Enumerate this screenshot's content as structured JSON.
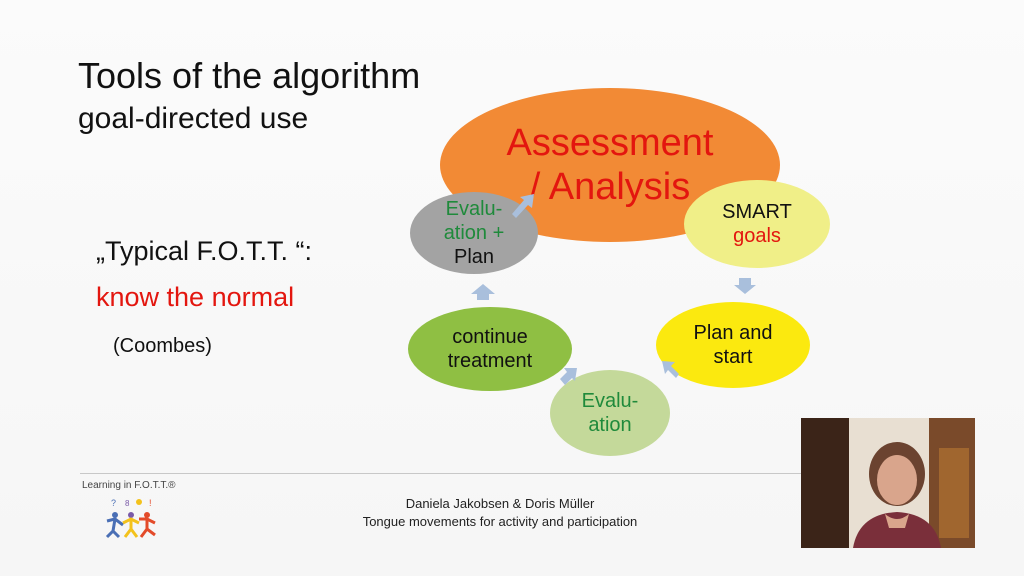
{
  "slide": {
    "title": "Tools of the algorithm",
    "subtitle": "goal-directed use",
    "typical": "„Typical F.O.T.T. “:",
    "know_normal": "know the normal",
    "coombes": "(Coombes)"
  },
  "cycle": {
    "assessment_line1": "Assessment",
    "assessment_line2": "/ Analysis",
    "smart_line1": "SMART",
    "smart_line2": "goals",
    "plan_line1": "Plan and",
    "plan_line2": "start",
    "evaluation2_line1": "Evalu-",
    "evaluation2_line2": "ation",
    "continue_line1": "continue",
    "continue_line2": "treatment",
    "evaluation1_line1": "Evalu-",
    "evaluation1_line2": "ation +",
    "evaluation1_line3": "Plan"
  },
  "footer": {
    "brand": "Learning in F.O.T.T.®",
    "authors": "Daniela Jakobsen & Doris Müller",
    "topic": "Tongue movements for activity and participation"
  },
  "colors": {
    "assessment": "#f28a35",
    "smart": "#f0ef88",
    "plan": "#fbe90f",
    "evaluation2": "#c4d99a",
    "continue": "#8fbf43",
    "evaluation1": "#a3a3a3",
    "red_text": "#e3160f",
    "green_text": "#1f8a3b",
    "arrow": "#a9bfdc"
  },
  "icons": [
    "cycle-arrow-icon",
    "fott-logo-icon",
    "webcam-video-icon"
  ]
}
